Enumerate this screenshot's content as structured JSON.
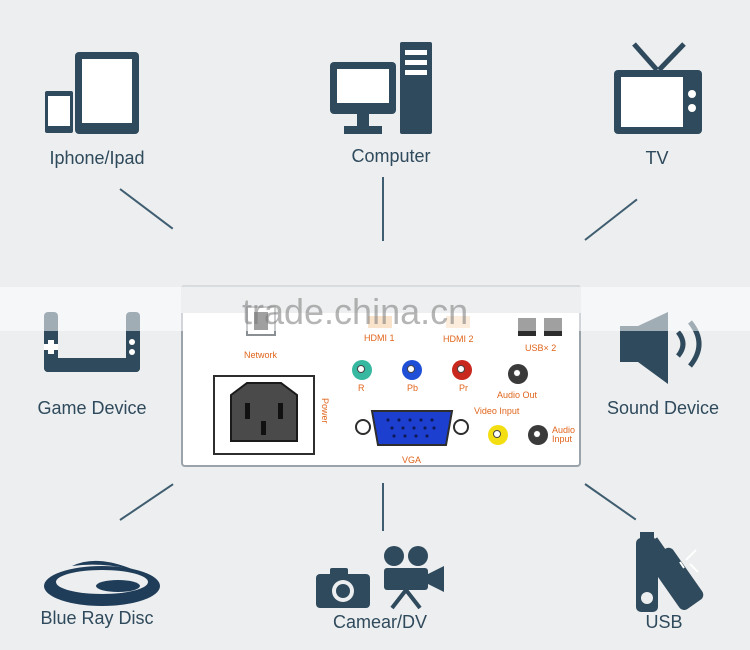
{
  "devices": {
    "iphone": "Iphone/Ipad",
    "computer": "Computer",
    "tv": "TV",
    "game": "Game Device",
    "sound": "Sound Device",
    "bluray": "Blue Ray Disc",
    "camera": "Camear/DV",
    "usb": "USB"
  },
  "watermark": "trade.china.cn",
  "panel": {
    "network": "Network",
    "hdmi1": "HDMI 1",
    "hdmi2": "HDMI 2",
    "usbx2": "USB× 2",
    "r": "R",
    "pb": "Pb",
    "pr": "Pr",
    "audio_out": "Audio Out",
    "power": "Power",
    "video_input": "Video Input",
    "audio_input_1": "Audio",
    "audio_input_2": "Input",
    "vga": "VGA"
  },
  "colors": {
    "icon": "#2f4a5c",
    "label_accent": "#e0651c",
    "r": "#37b8a0",
    "pb": "#1f4fd6",
    "pr": "#c8281e",
    "video": "#f3df11",
    "audio": "#3a3a3a"
  }
}
